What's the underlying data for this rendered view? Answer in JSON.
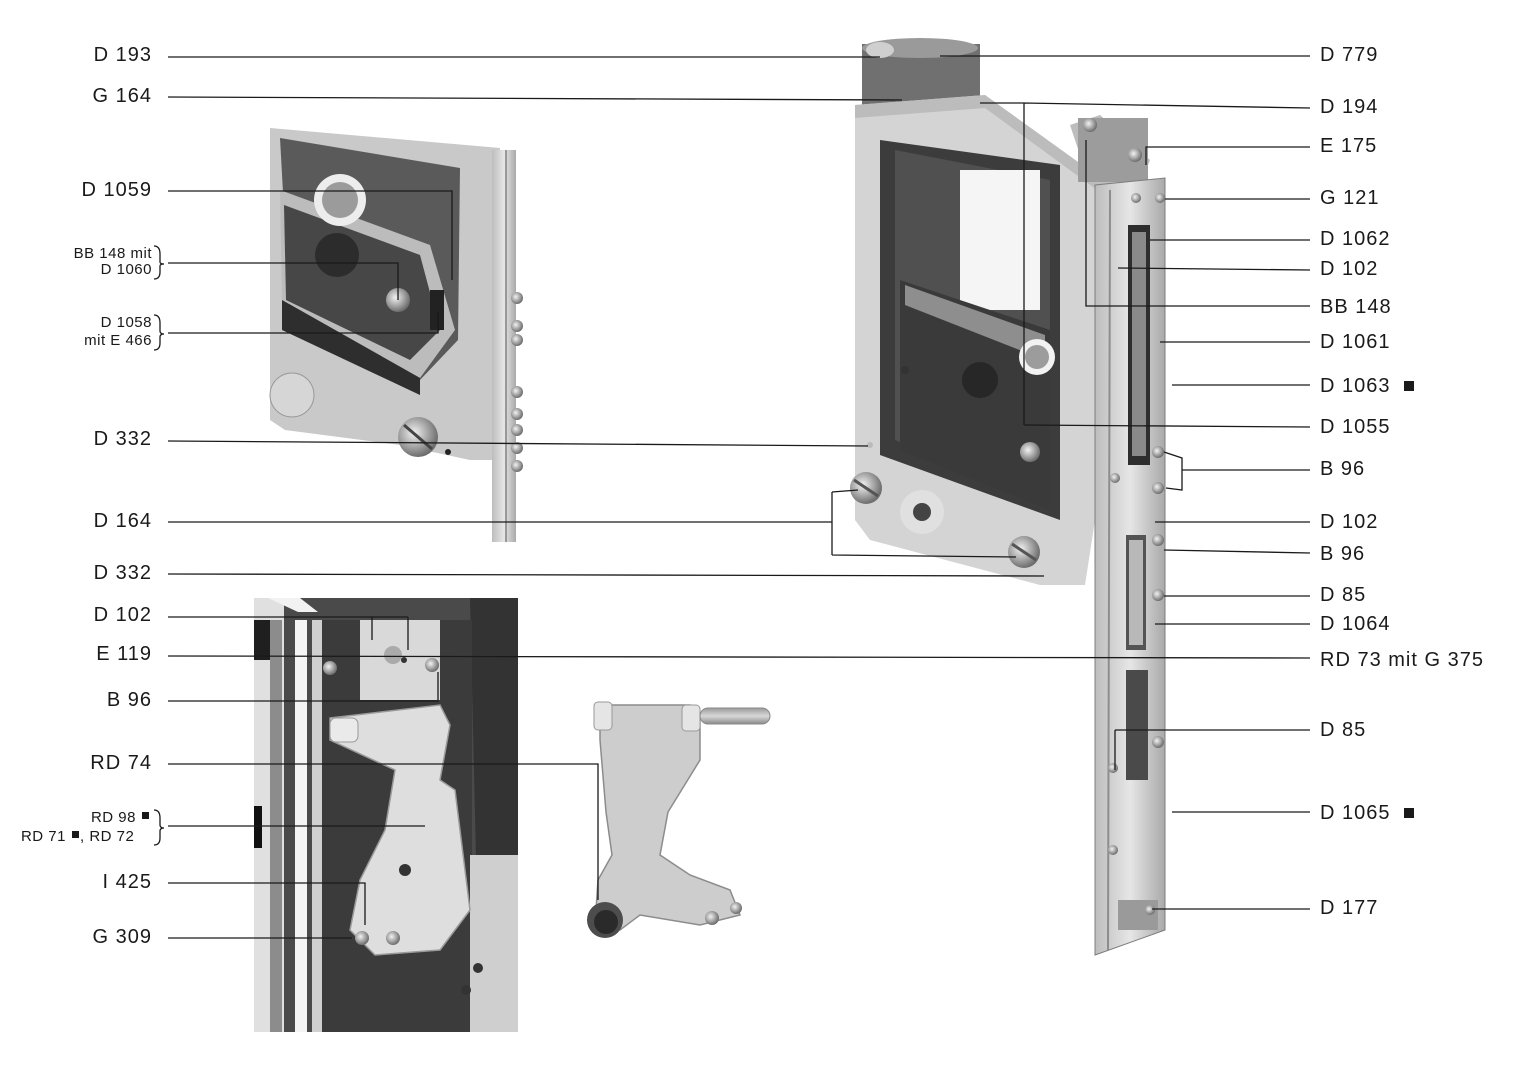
{
  "left_labels": [
    {
      "id": "d193",
      "text": "D 193"
    },
    {
      "id": "g164",
      "text": "G 164"
    },
    {
      "id": "d1059",
      "text": "D 1059"
    },
    {
      "id": "bb148-d1060",
      "lines": [
        "BB 148 mit",
        "D 1060"
      ]
    },
    {
      "id": "d1058-e466",
      "lines": [
        "D 1058",
        "mit E 466"
      ]
    },
    {
      "id": "d332-a",
      "text": "D 332"
    },
    {
      "id": "d164",
      "text": "D 164"
    },
    {
      "id": "d332-b",
      "text": "D 332"
    },
    {
      "id": "d102-left",
      "text": "D 102"
    },
    {
      "id": "e119",
      "text": "E 119"
    },
    {
      "id": "b96-left",
      "text": "B 96"
    },
    {
      "id": "rd74",
      "text": "RD 74"
    },
    {
      "id": "rd98-rd71-rd72",
      "lines": [
        "RD 98",
        "RD 71",
        ", RD 72"
      ],
      "marks": [
        true,
        true
      ]
    },
    {
      "id": "i425",
      "text": "I 425"
    },
    {
      "id": "g309",
      "text": "G 309"
    }
  ],
  "right_labels": [
    {
      "id": "d779",
      "text": "D 779",
      "mark": false
    },
    {
      "id": "d194",
      "text": "D 194",
      "mark": false
    },
    {
      "id": "e175",
      "text": "E 175",
      "mark": false
    },
    {
      "id": "g121",
      "text": "G 121",
      "mark": false
    },
    {
      "id": "d1062",
      "text": "D 1062",
      "mark": false
    },
    {
      "id": "d102-a",
      "text": "D 102",
      "mark": false
    },
    {
      "id": "bb148",
      "text": "BB 148",
      "mark": false
    },
    {
      "id": "d1061",
      "text": "D 1061",
      "mark": false
    },
    {
      "id": "d1063",
      "text": "D 1063",
      "mark": true
    },
    {
      "id": "d1055",
      "text": "D 1055",
      "mark": false
    },
    {
      "id": "b96-a",
      "text": "B 96",
      "mark": false
    },
    {
      "id": "d102-b",
      "text": "D 102",
      "mark": false
    },
    {
      "id": "b96-b",
      "text": "B 96",
      "mark": false
    },
    {
      "id": "d85-a",
      "text": "D 85",
      "mark": false
    },
    {
      "id": "d1064",
      "text": "D 1064",
      "mark": false
    },
    {
      "id": "rd73-g375",
      "text": "RD 73 mit G 375",
      "mark": false
    },
    {
      "id": "d85-b",
      "text": "D 85",
      "mark": false
    },
    {
      "id": "d1065",
      "text": "D 1065",
      "mark": true
    },
    {
      "id": "d177",
      "text": "D 177",
      "mark": false
    }
  ],
  "colors": {
    "ink": "#1a1a1a",
    "metal_light": "#cfcfcf",
    "metal_mid": "#a8a8a8",
    "metal_dark": "#555555",
    "background": "#ffffff"
  }
}
